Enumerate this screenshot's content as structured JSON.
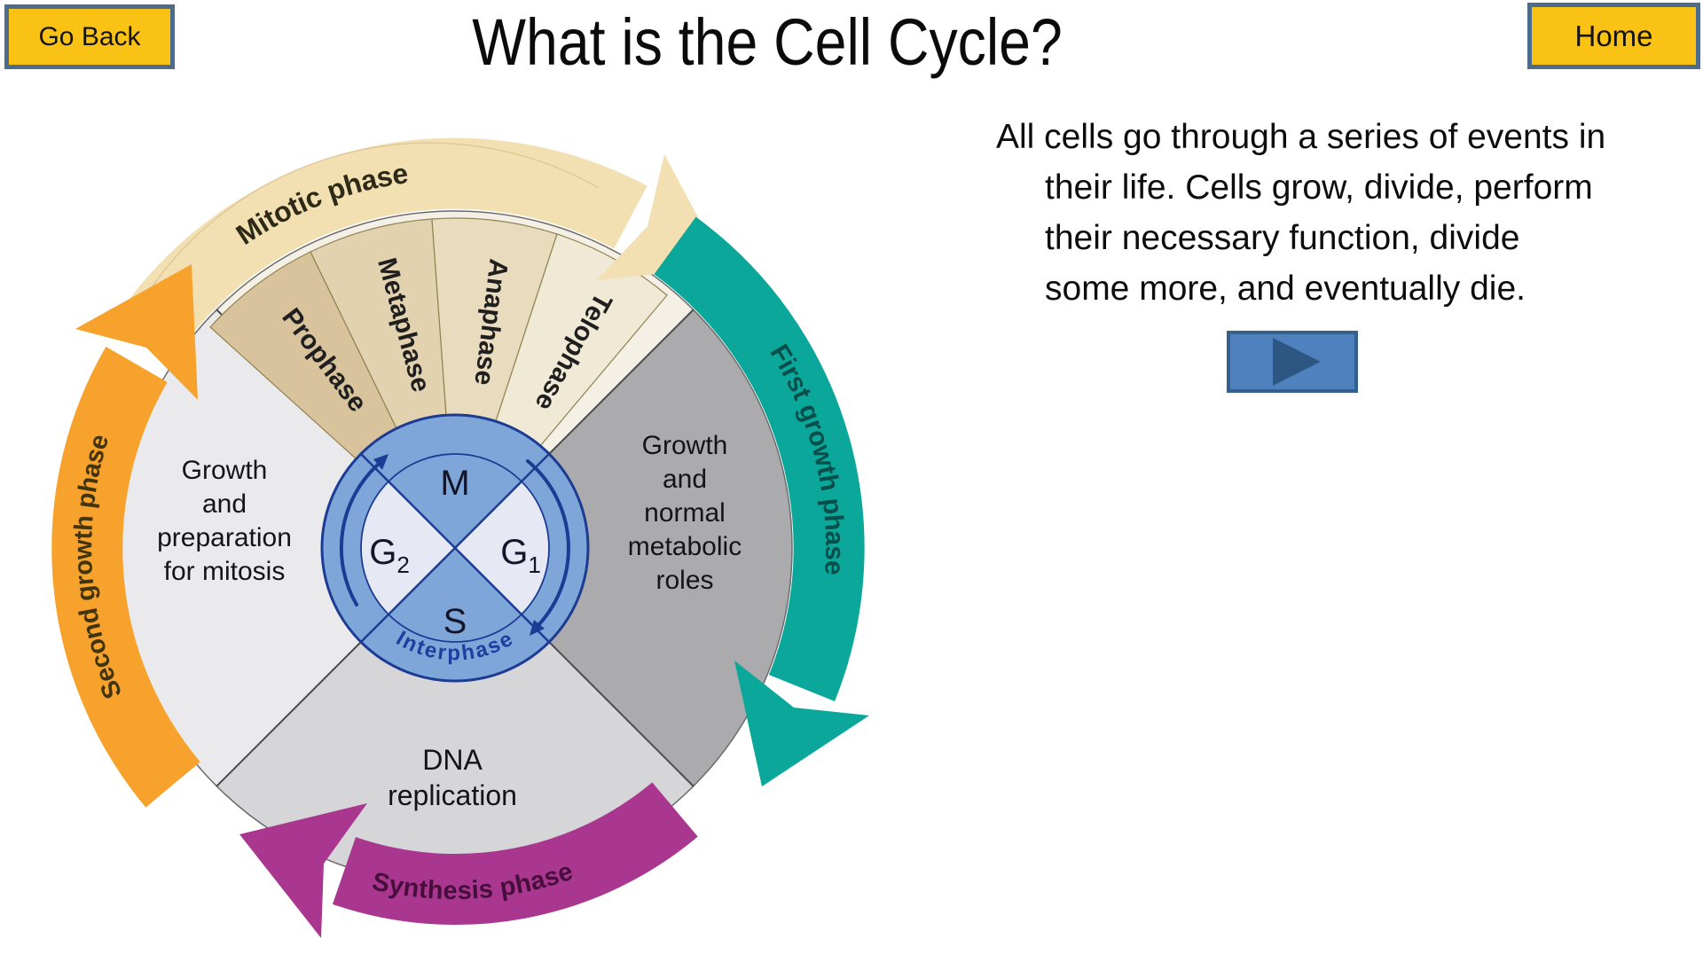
{
  "nav": {
    "go_back_label": "Go Back",
    "home_label": "Home"
  },
  "title": "What is the Cell Cycle?",
  "intro_paragraph": {
    "full_text": "All cells go through a series of events in their life. Cells grow, divide, perform their necessary function, divide some more, and eventually die.",
    "lines": [
      "All cells go through a series of events in",
      "their life. Cells grow, divide, perform",
      "their necessary function, divide",
      "some more, and eventually die."
    ]
  },
  "play_button": {
    "icon": "play-triangle"
  },
  "colors": {
    "button_fill": "#F9C215",
    "button_border": "#4D6B8A",
    "play_fill": "#4E81BD",
    "play_triangle": "#2E5682",
    "mitotic_band": "#F3E0B2",
    "first_growth_teal": "#0BA79B",
    "synthesis_purple": "#A9378F",
    "second_growth_orange": "#F6A22C",
    "center_ring_blue": "#7FA6D8",
    "center_light_wedge": "#E6E9F4",
    "navy_outline": "#1C3C94"
  },
  "diagram": {
    "outer_arrows": {
      "mitotic": {
        "label": "Mitotic phase",
        "color": "#F3E0B2"
      },
      "first_growth": {
        "label": "First growth phase",
        "color": "#0BA79B"
      },
      "synthesis": {
        "label": "Synthesis phase",
        "color": "#A9378F"
      },
      "second_growth": {
        "label": "Second growth phase",
        "color": "#F6A22C"
      }
    },
    "mitotic_wedges": [
      "Prophase",
      "Metaphase",
      "Anaphase",
      "Telophase"
    ],
    "quadrant_labels": {
      "left": [
        "Growth",
        "and",
        "preparation",
        "for mitosis"
      ],
      "right": [
        "Growth",
        "and",
        "normal",
        "metabolic",
        "roles"
      ],
      "bottom": [
        "DNA",
        "replication"
      ]
    },
    "center": {
      "m": "M",
      "g1_base": "G",
      "g1_sub": "1",
      "g2_base": "G",
      "g2_sub": "2",
      "s": "S",
      "ring_label": "Interphase"
    }
  }
}
